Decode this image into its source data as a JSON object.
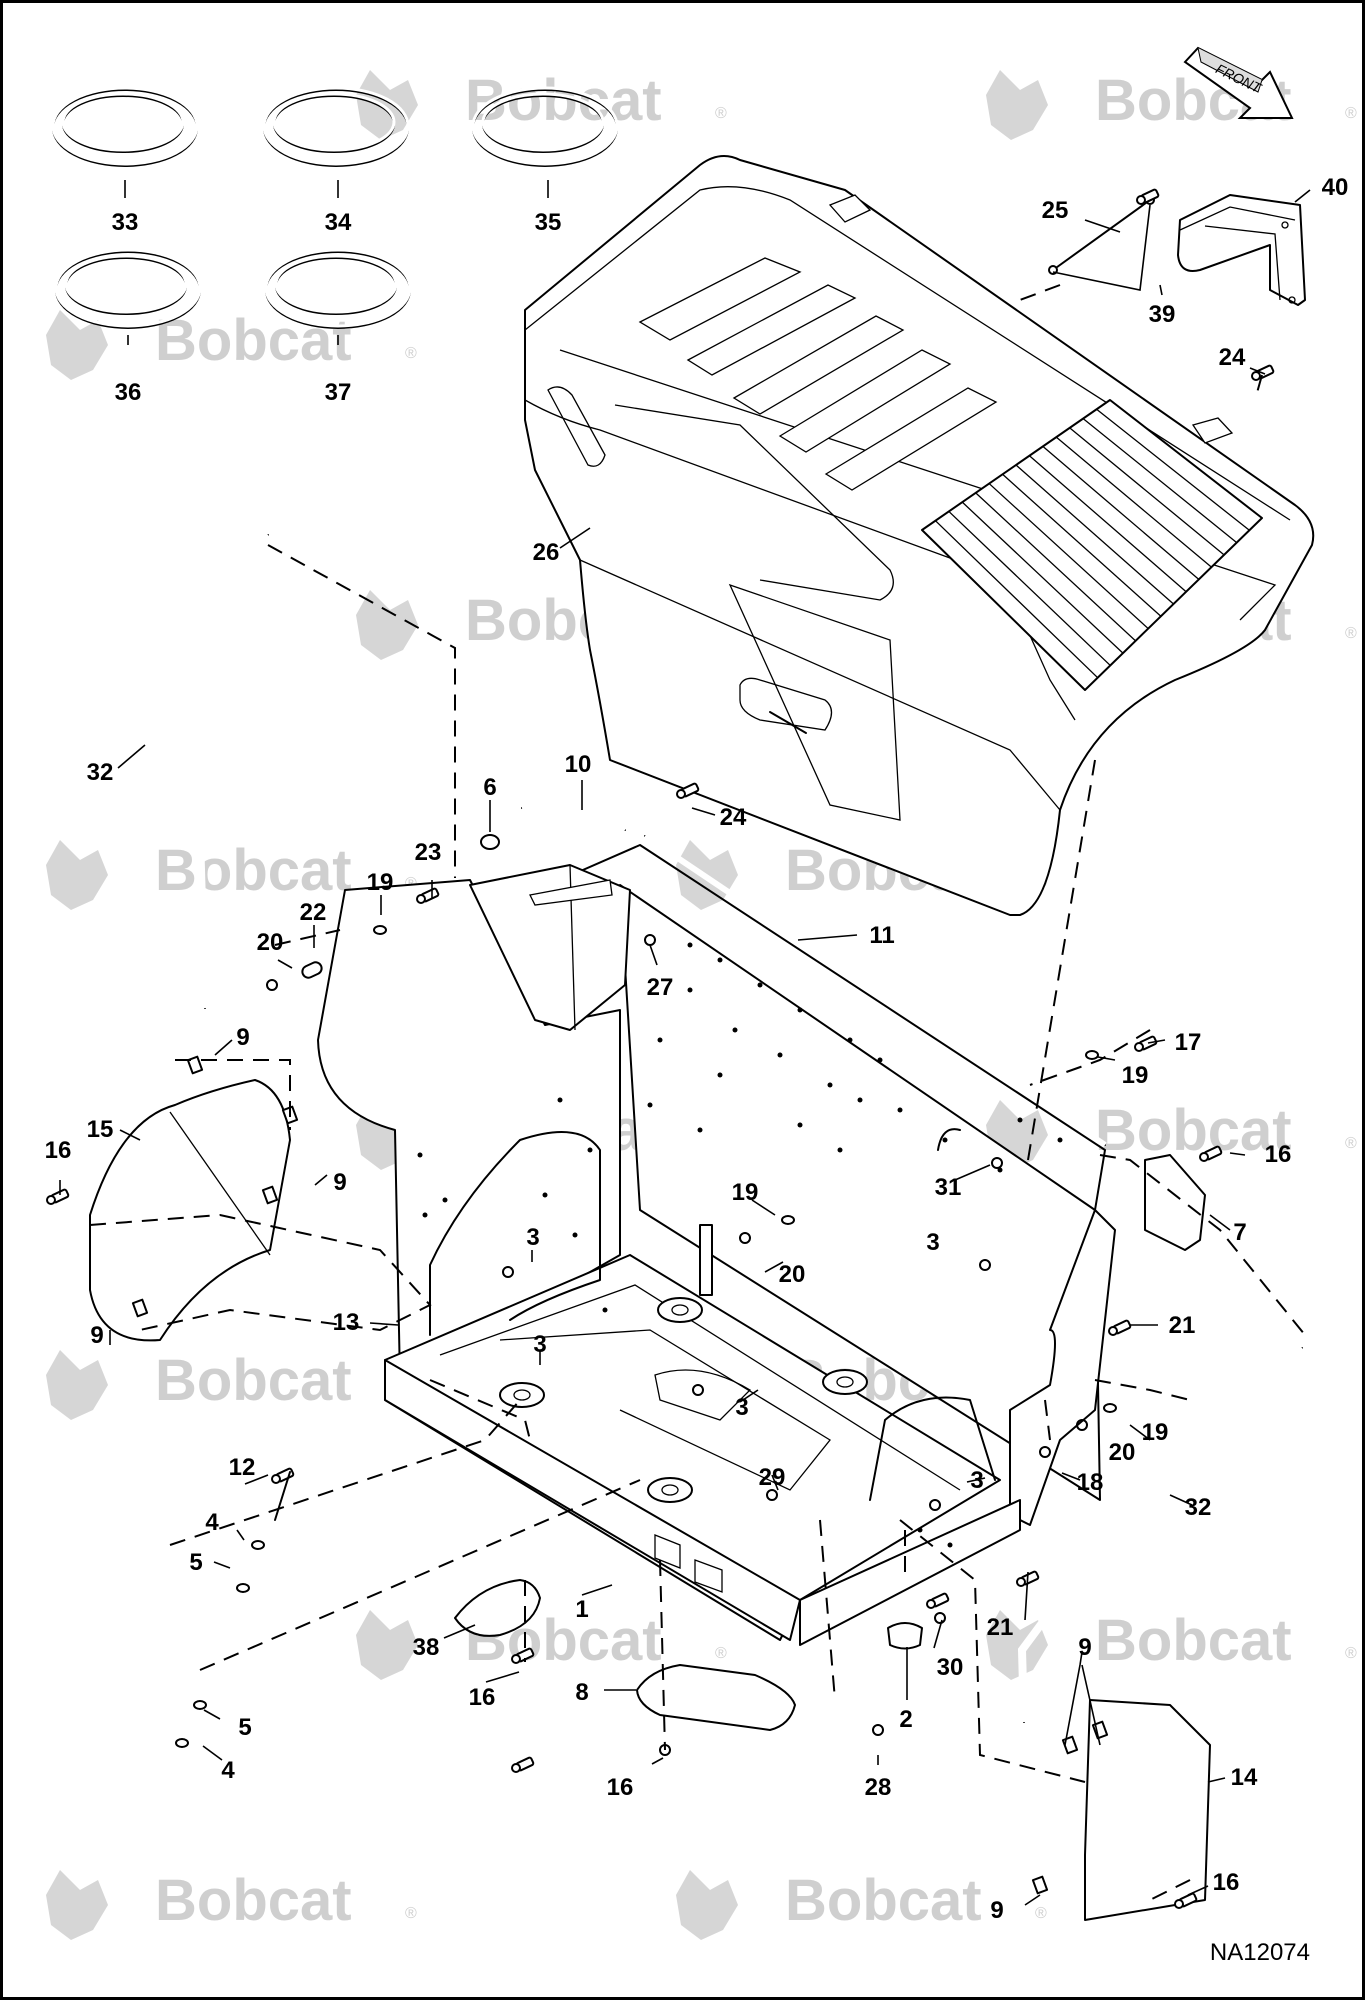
{
  "figure": {
    "drawing_code": "NA12074",
    "direction_label": "FRONT",
    "watermark_text": "Bobcat",
    "watermark_symbol": "®"
  },
  "callouts": [
    {
      "key": "c33",
      "label": "33"
    },
    {
      "key": "c34",
      "label": "34"
    },
    {
      "key": "c35",
      "label": "35"
    },
    {
      "key": "c36",
      "label": "36"
    },
    {
      "key": "c37",
      "label": "37"
    },
    {
      "key": "c25",
      "label": "25"
    },
    {
      "key": "c40",
      "label": "40"
    },
    {
      "key": "c39",
      "label": "39"
    },
    {
      "key": "c24a",
      "label": "24"
    },
    {
      "key": "c26",
      "label": "26"
    },
    {
      "key": "c32a",
      "label": "32"
    },
    {
      "key": "c10",
      "label": "10"
    },
    {
      "key": "c6",
      "label": "6"
    },
    {
      "key": "c24b",
      "label": "24"
    },
    {
      "key": "c23",
      "label": "23"
    },
    {
      "key": "c19a",
      "label": "19"
    },
    {
      "key": "c22",
      "label": "22"
    },
    {
      "key": "c20a",
      "label": "20"
    },
    {
      "key": "c11",
      "label": "11"
    },
    {
      "key": "c27",
      "label": "27"
    },
    {
      "key": "c9a",
      "label": "9"
    },
    {
      "key": "c17",
      "label": "17"
    },
    {
      "key": "c19b",
      "label": "19"
    },
    {
      "key": "c15",
      "label": "15"
    },
    {
      "key": "c16a",
      "label": "16"
    },
    {
      "key": "c9b",
      "label": "9"
    },
    {
      "key": "c16b",
      "label": "16"
    },
    {
      "key": "c31",
      "label": "31"
    },
    {
      "key": "c19c",
      "label": "19"
    },
    {
      "key": "c3a",
      "label": "3"
    },
    {
      "key": "c20b",
      "label": "20"
    },
    {
      "key": "c3b",
      "label": "3"
    },
    {
      "key": "c7",
      "label": "7"
    },
    {
      "key": "c9c",
      "label": "9"
    },
    {
      "key": "c13",
      "label": "13"
    },
    {
      "key": "c3c",
      "label": "3"
    },
    {
      "key": "c21a",
      "label": "21"
    },
    {
      "key": "c3d",
      "label": "3"
    },
    {
      "key": "c19d",
      "label": "19"
    },
    {
      "key": "c20c",
      "label": "20"
    },
    {
      "key": "c12",
      "label": "12"
    },
    {
      "key": "c18",
      "label": "18"
    },
    {
      "key": "c3e",
      "label": "3"
    },
    {
      "key": "c4a",
      "label": "4"
    },
    {
      "key": "c29",
      "label": "29"
    },
    {
      "key": "c32b",
      "label": "32"
    },
    {
      "key": "c5a",
      "label": "5"
    },
    {
      "key": "c1",
      "label": "1"
    },
    {
      "key": "c38",
      "label": "38"
    },
    {
      "key": "c21b",
      "label": "21"
    },
    {
      "key": "c30",
      "label": "30"
    },
    {
      "key": "c9d",
      "label": "9"
    },
    {
      "key": "c16c",
      "label": "16"
    },
    {
      "key": "c8",
      "label": "8"
    },
    {
      "key": "c2",
      "label": "2"
    },
    {
      "key": "c5b",
      "label": "5"
    },
    {
      "key": "c4b",
      "label": "4"
    },
    {
      "key": "c14",
      "label": "14"
    },
    {
      "key": "c16d",
      "label": "16"
    },
    {
      "key": "c28",
      "label": "28"
    },
    {
      "key": "c16e",
      "label": "16"
    },
    {
      "key": "c9e",
      "label": "9"
    }
  ]
}
